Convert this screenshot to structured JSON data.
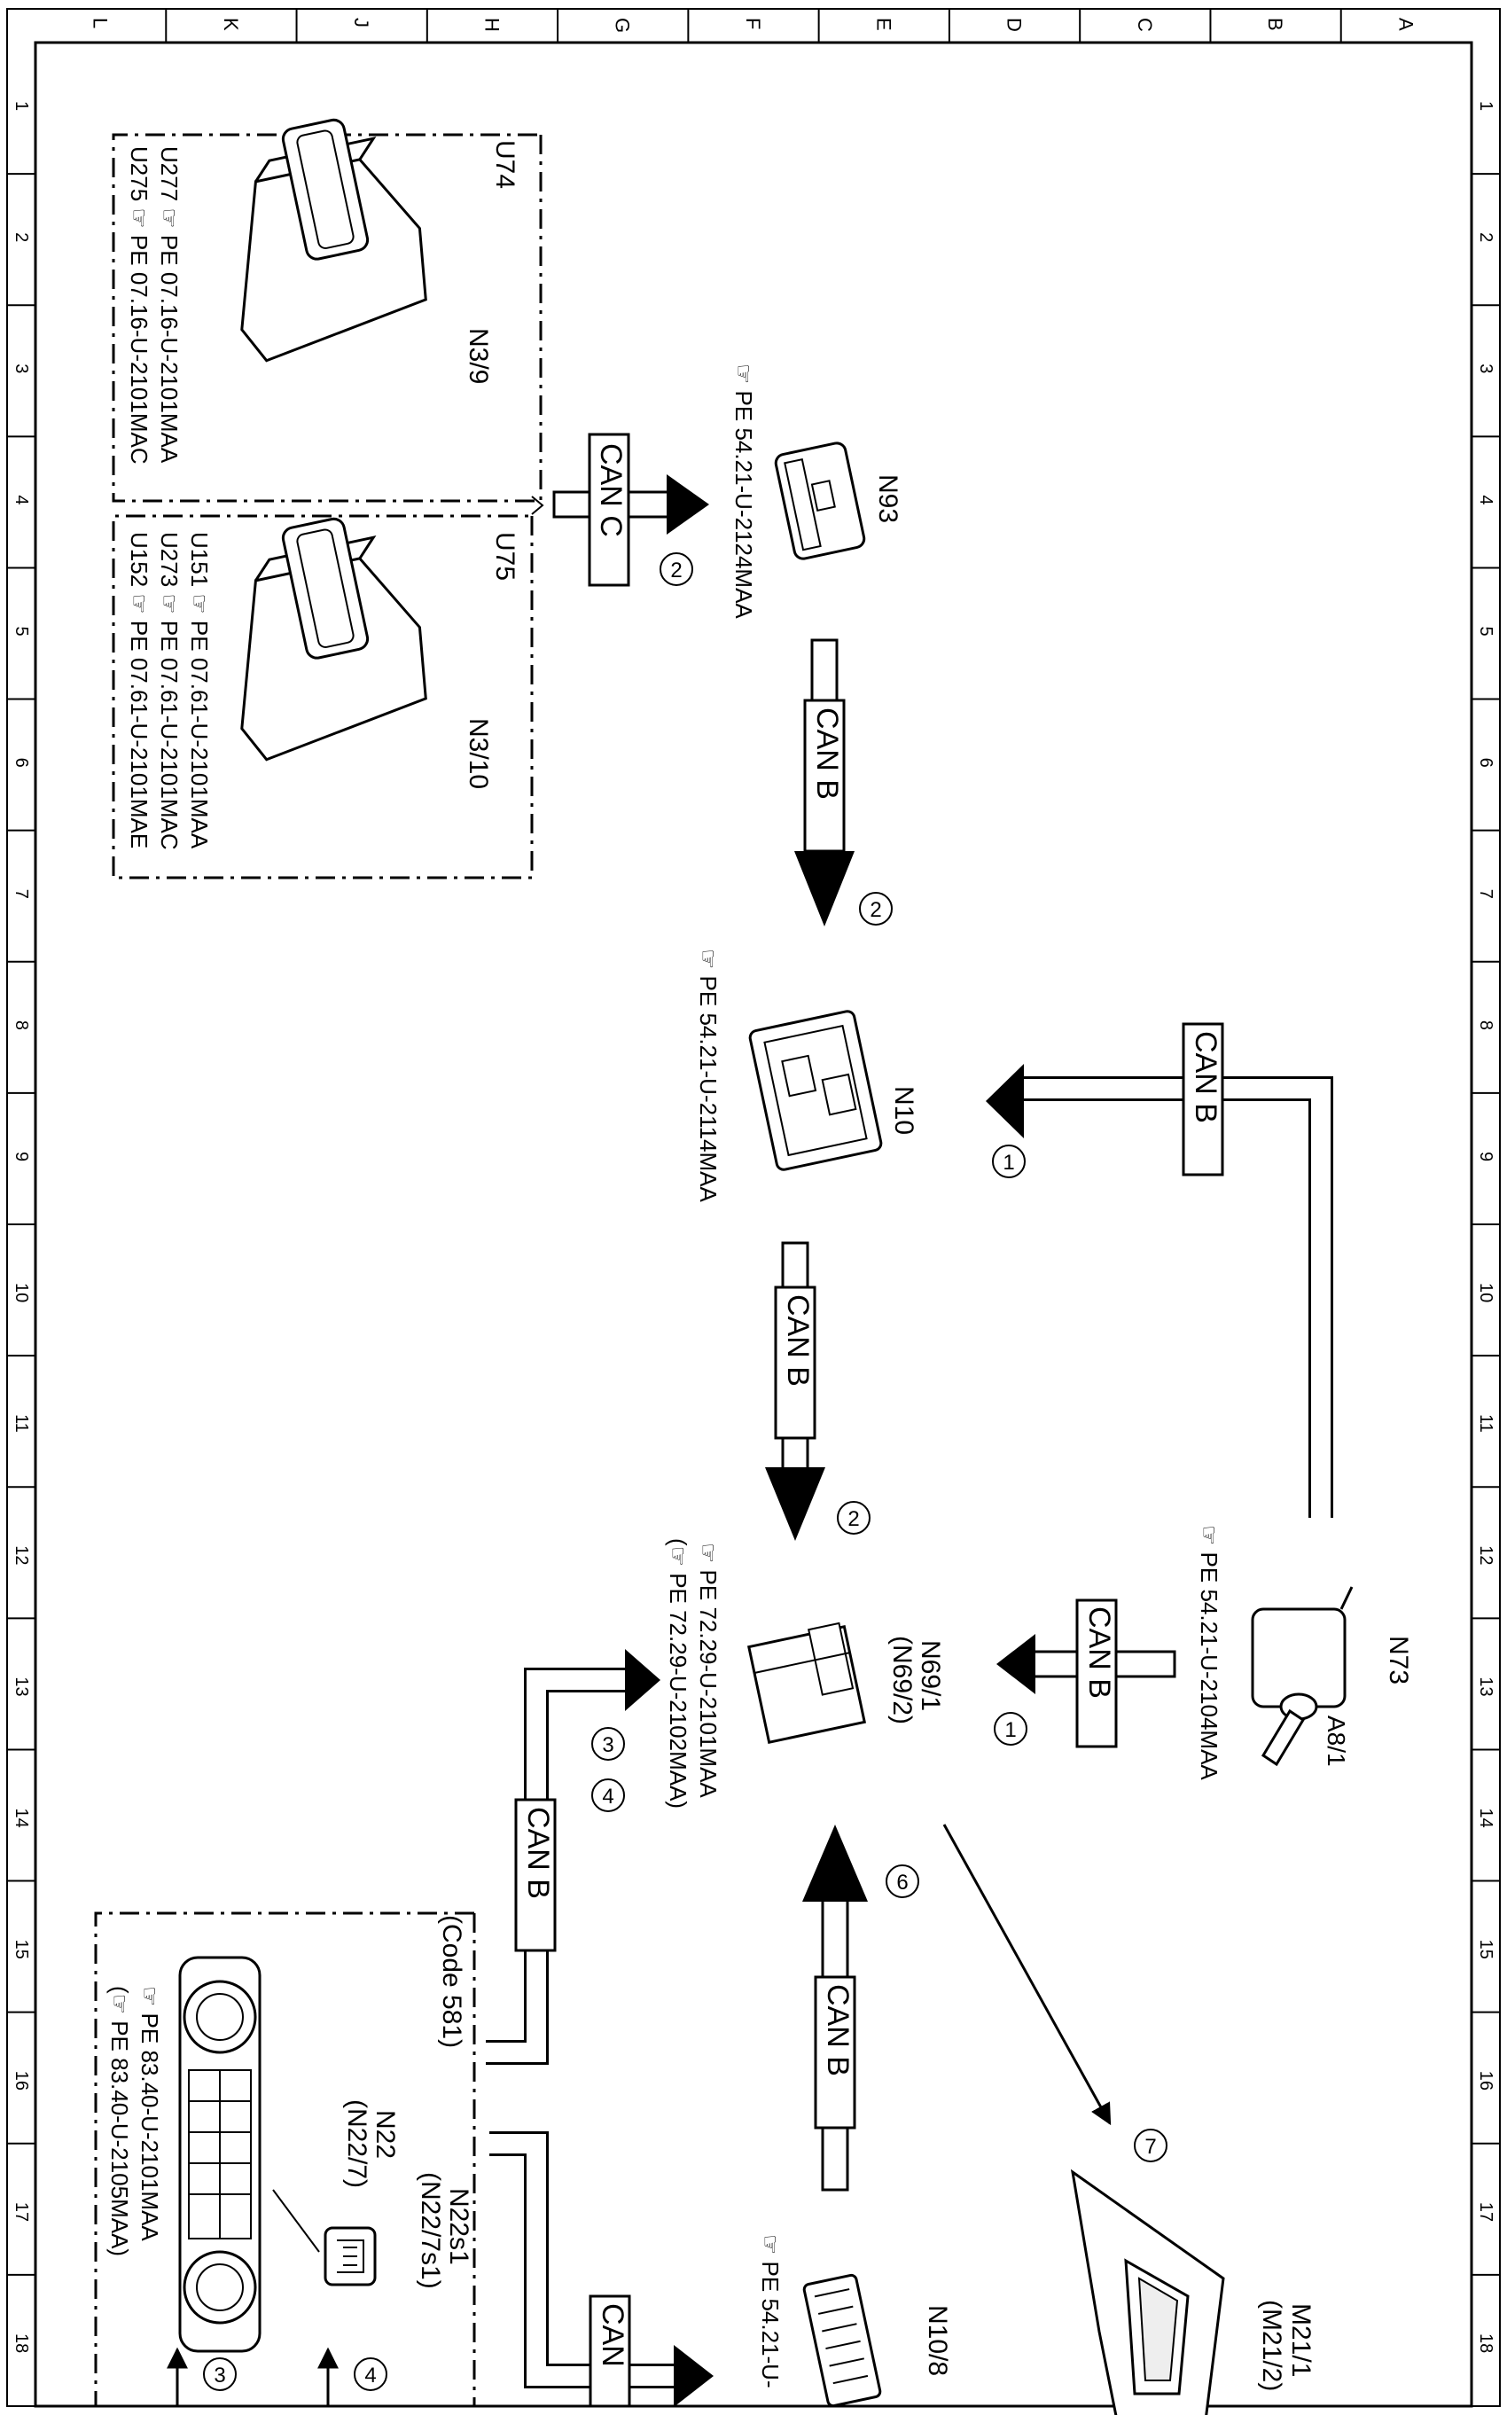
{
  "border": {
    "columns": [
      "L",
      "K",
      "J",
      "H",
      "G",
      "F",
      "E",
      "D",
      "C",
      "B",
      "A"
    ],
    "rows": [
      "1",
      "2",
      "3",
      "4",
      "5",
      "6",
      "7",
      "8",
      "9",
      "10",
      "11",
      "12",
      "13",
      "14",
      "15",
      "16",
      "17",
      "18"
    ]
  },
  "groups": {
    "u74": {
      "code": "U74",
      "notes": [
        "U277 ☞ PE 07.16-U-2101MAA",
        "U275 ☞ PE 07.16-U-2101MAC"
      ]
    },
    "u75": {
      "code": "U75",
      "notes": [
        "U151 ☞ PE 07.61-U-2101MAA",
        "U273 ☞ PE 07.61-U-2101MAC",
        "U152 ☞ PE 07.61-U-2101MAE"
      ]
    },
    "code581": {
      "code": "(Code 581)"
    }
  },
  "components": {
    "n3_9": {
      "label": "N3/9"
    },
    "n3_10": {
      "label": "N3/10"
    },
    "n93": {
      "label": "N93",
      "ref": "☞ PE 54.21-U-2124MAA"
    },
    "n10": {
      "label": "N10",
      "ref": "☞ PE 54.21-U-2114MAA"
    },
    "n73": {
      "label": "N73",
      "sublabel": "A8/1",
      "ref": "☞ PE 54.21-U-2104MAA"
    },
    "n69_1": {
      "label": "N69/1",
      "label2": "(N69/2)",
      "ref1": "☞ PE 72.29-U-2101MAA",
      "ref2": "(☞ PE 72.29-U-2102MAA)"
    },
    "n22": {
      "label": "N22",
      "label2": "(N22/7)",
      "ref1": "☞ PE 83.40-U-2101MAA",
      "ref2": "(☞ PE 83.40-U-2105MAA)"
    },
    "n22s1": {
      "label": "N22s1",
      "label2": "(N22/7s1)"
    },
    "m21_1": {
      "label": "M21/1",
      "label2": "(M21/2)"
    },
    "n10_8": {
      "label": "N10/8",
      "ref": "☞ PE 54.21-U-"
    }
  },
  "buses": {
    "can_c": "CAN C",
    "can_b": "CAN B",
    "can_partial": "CAN"
  },
  "callouts": {
    "n1": "1",
    "n2": "2",
    "n3": "3",
    "n4": "4",
    "n6": "6",
    "n7": "7"
  }
}
